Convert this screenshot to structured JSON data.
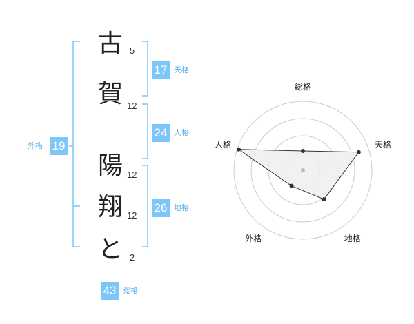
{
  "name": {
    "chars": [
      {
        "char": "古",
        "strokes": "5"
      },
      {
        "char": "賀",
        "strokes": "12"
      },
      {
        "char": "陽",
        "strokes": "12"
      },
      {
        "char": "翔",
        "strokes": "12"
      },
      {
        "char": "と",
        "strokes": "2"
      }
    ]
  },
  "kakusu": {
    "tenkaku": {
      "value": "17",
      "label": "天格"
    },
    "jinkaku": {
      "value": "24",
      "label": "人格"
    },
    "chikaku": {
      "value": "26",
      "label": "地格"
    },
    "gaikaku": {
      "value": "19",
      "label": "外格"
    },
    "soukaku": {
      "value": "43",
      "label": "総格"
    }
  },
  "colors": {
    "accent": "#7cc7f7",
    "label": "#5aaee8",
    "polygon_fill": "#efefef",
    "ring": "#cccccc"
  },
  "chart_data": {
    "type": "radar",
    "axes": [
      "総格",
      "天格",
      "地格",
      "外格",
      "人格"
    ],
    "values": [
      0.28,
      0.85,
      0.52,
      0.28,
      0.98
    ],
    "rmax": 1,
    "rings": 4
  }
}
